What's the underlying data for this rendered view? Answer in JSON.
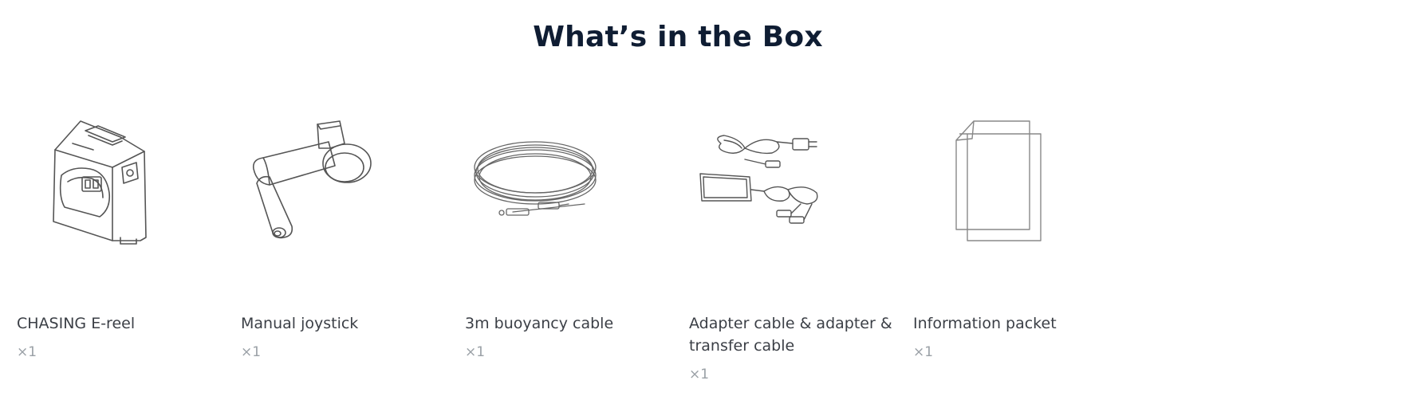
{
  "section": {
    "title": "What’s in the Box"
  },
  "items": [
    {
      "name": "CHASING E-reel",
      "qty": "×1",
      "icon": "e-reel-icon"
    },
    {
      "name": "Manual joystick",
      "qty": "×1",
      "icon": "joystick-icon"
    },
    {
      "name": "3m buoyancy cable",
      "qty": "×1",
      "icon": "cable-icon"
    },
    {
      "name": "Adapter cable & adapter & transfer cable",
      "qty": "×1",
      "icon": "adapter-icon"
    },
    {
      "name": "Information packet",
      "qty": "×1",
      "icon": "document-icon"
    }
  ]
}
